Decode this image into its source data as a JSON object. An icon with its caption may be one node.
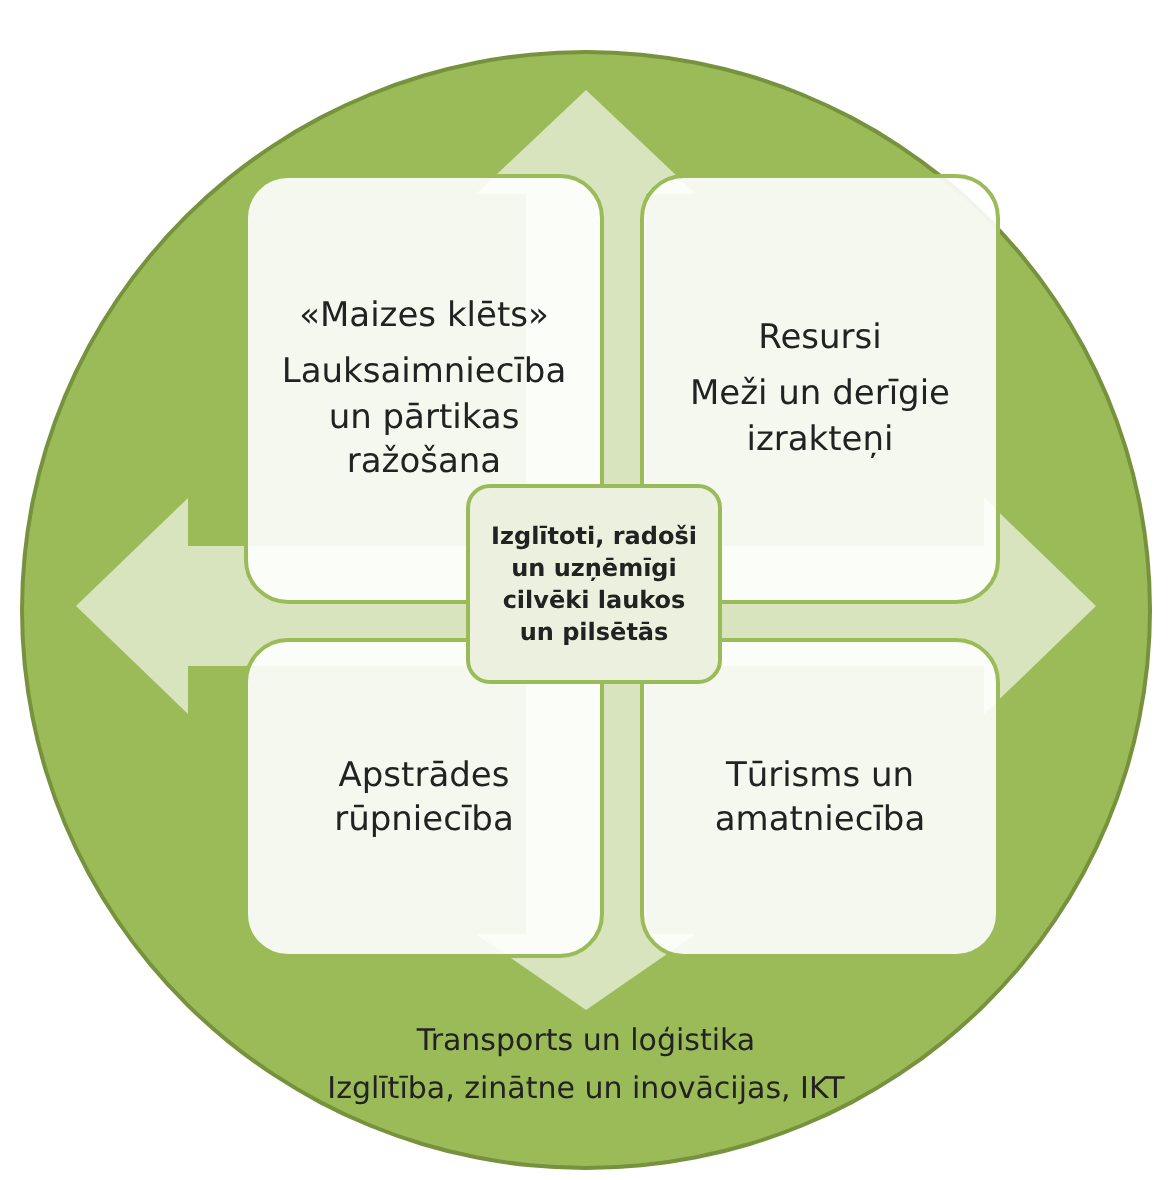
{
  "diagram": {
    "nodes": [
      {
        "text": [
          "Transports un loģistika",
          "Izglītība, zinātne un inovācijas, IKT"
        ]
      },
      {
        "text": [
          "«Maizes klēts»",
          "Lauksaimniecība un pārtikas ražošana"
        ],
        "in": 0
      },
      {
        "text": [
          "Resursi",
          "Meži un derīgie izrakteņi"
        ],
        "in": 0
      },
      {
        "text": [
          "Apstrādes rūpniecība"
        ],
        "in": 0
      },
      {
        "text": [
          "Tūrisms un amatniecība"
        ],
        "in": 0
      },
      {
        "text": [
          "Izglītoti, radoši un uzņēmīgi cilvēki laukos un pilsētās"
        ],
        "in": 0
      }
    ]
  }
}
